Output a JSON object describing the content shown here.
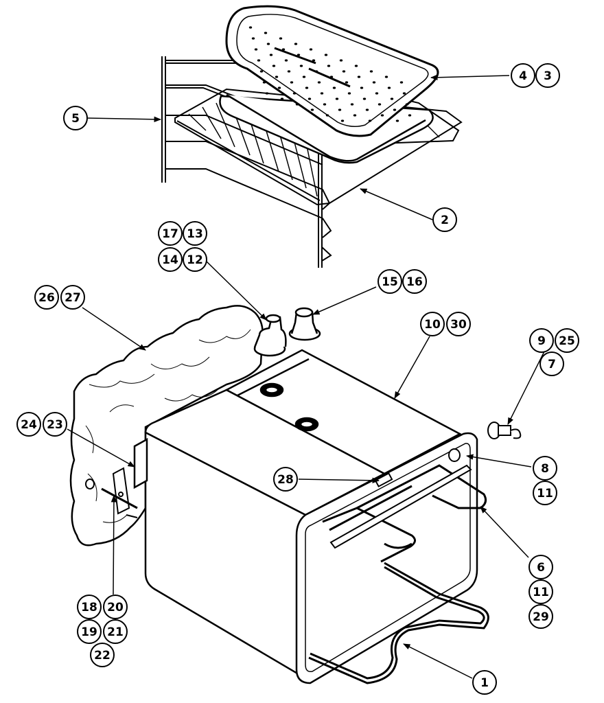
{
  "diagram": {
    "callouts": [
      {
        "id": "c-5",
        "labels": [
          "5"
        ]
      },
      {
        "id": "c-4-3",
        "labels": [
          "4",
          "3"
        ]
      },
      {
        "id": "c-2",
        "labels": [
          "2"
        ]
      },
      {
        "id": "c-17-13",
        "labels": [
          "17",
          "13"
        ]
      },
      {
        "id": "c-14-12",
        "labels": [
          "14",
          "12"
        ]
      },
      {
        "id": "c-26-27",
        "labels": [
          "26",
          "27"
        ]
      },
      {
        "id": "c-15-16",
        "labels": [
          "15",
          "16"
        ]
      },
      {
        "id": "c-10-30",
        "labels": [
          "10",
          "30"
        ]
      },
      {
        "id": "c-9-25",
        "labels": [
          "9",
          "25"
        ]
      },
      {
        "id": "c-7",
        "labels": [
          "7"
        ]
      },
      {
        "id": "c-24-23",
        "labels": [
          "24",
          "23"
        ]
      },
      {
        "id": "c-8",
        "labels": [
          "8"
        ]
      },
      {
        "id": "c-11a",
        "labels": [
          "11"
        ]
      },
      {
        "id": "c-28",
        "labels": [
          "28"
        ]
      },
      {
        "id": "c-6",
        "labels": [
          "6"
        ]
      },
      {
        "id": "c-11b",
        "labels": [
          "11"
        ]
      },
      {
        "id": "c-29",
        "labels": [
          "29"
        ]
      },
      {
        "id": "c-18-20",
        "labels": [
          "18",
          "20"
        ]
      },
      {
        "id": "c-19-21",
        "labels": [
          "19",
          "21"
        ]
      },
      {
        "id": "c-22",
        "labels": [
          "22"
        ]
      },
      {
        "id": "c-1",
        "labels": [
          "1"
        ]
      }
    ]
  }
}
